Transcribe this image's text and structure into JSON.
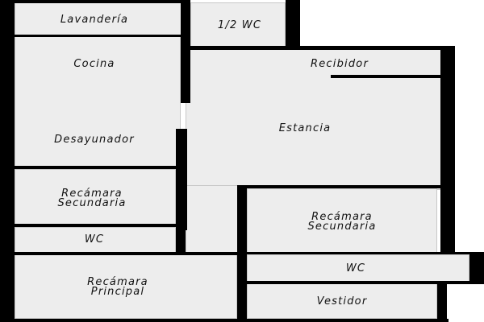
{
  "floor_plan": {
    "colors": {
      "floor": "#ededed",
      "wall": "#000000",
      "background": "#ffffff"
    },
    "rooms": {
      "lavanderia": "Lavandería",
      "medio_bano": "1/2 WC",
      "cocina": "Cocina",
      "recibidor": "Recibidor",
      "estancia": "Estancia",
      "desayunador": "Desayunador",
      "recamara_secundaria_1": "Recámara\nSecundaria",
      "recamara_secundaria_2": "Recámara\nSecundaria",
      "wc_1": "WC",
      "wc_2": "WC",
      "recamara_principal": "Recámara\nPrincipal",
      "vestidor": "Vestidor"
    }
  }
}
